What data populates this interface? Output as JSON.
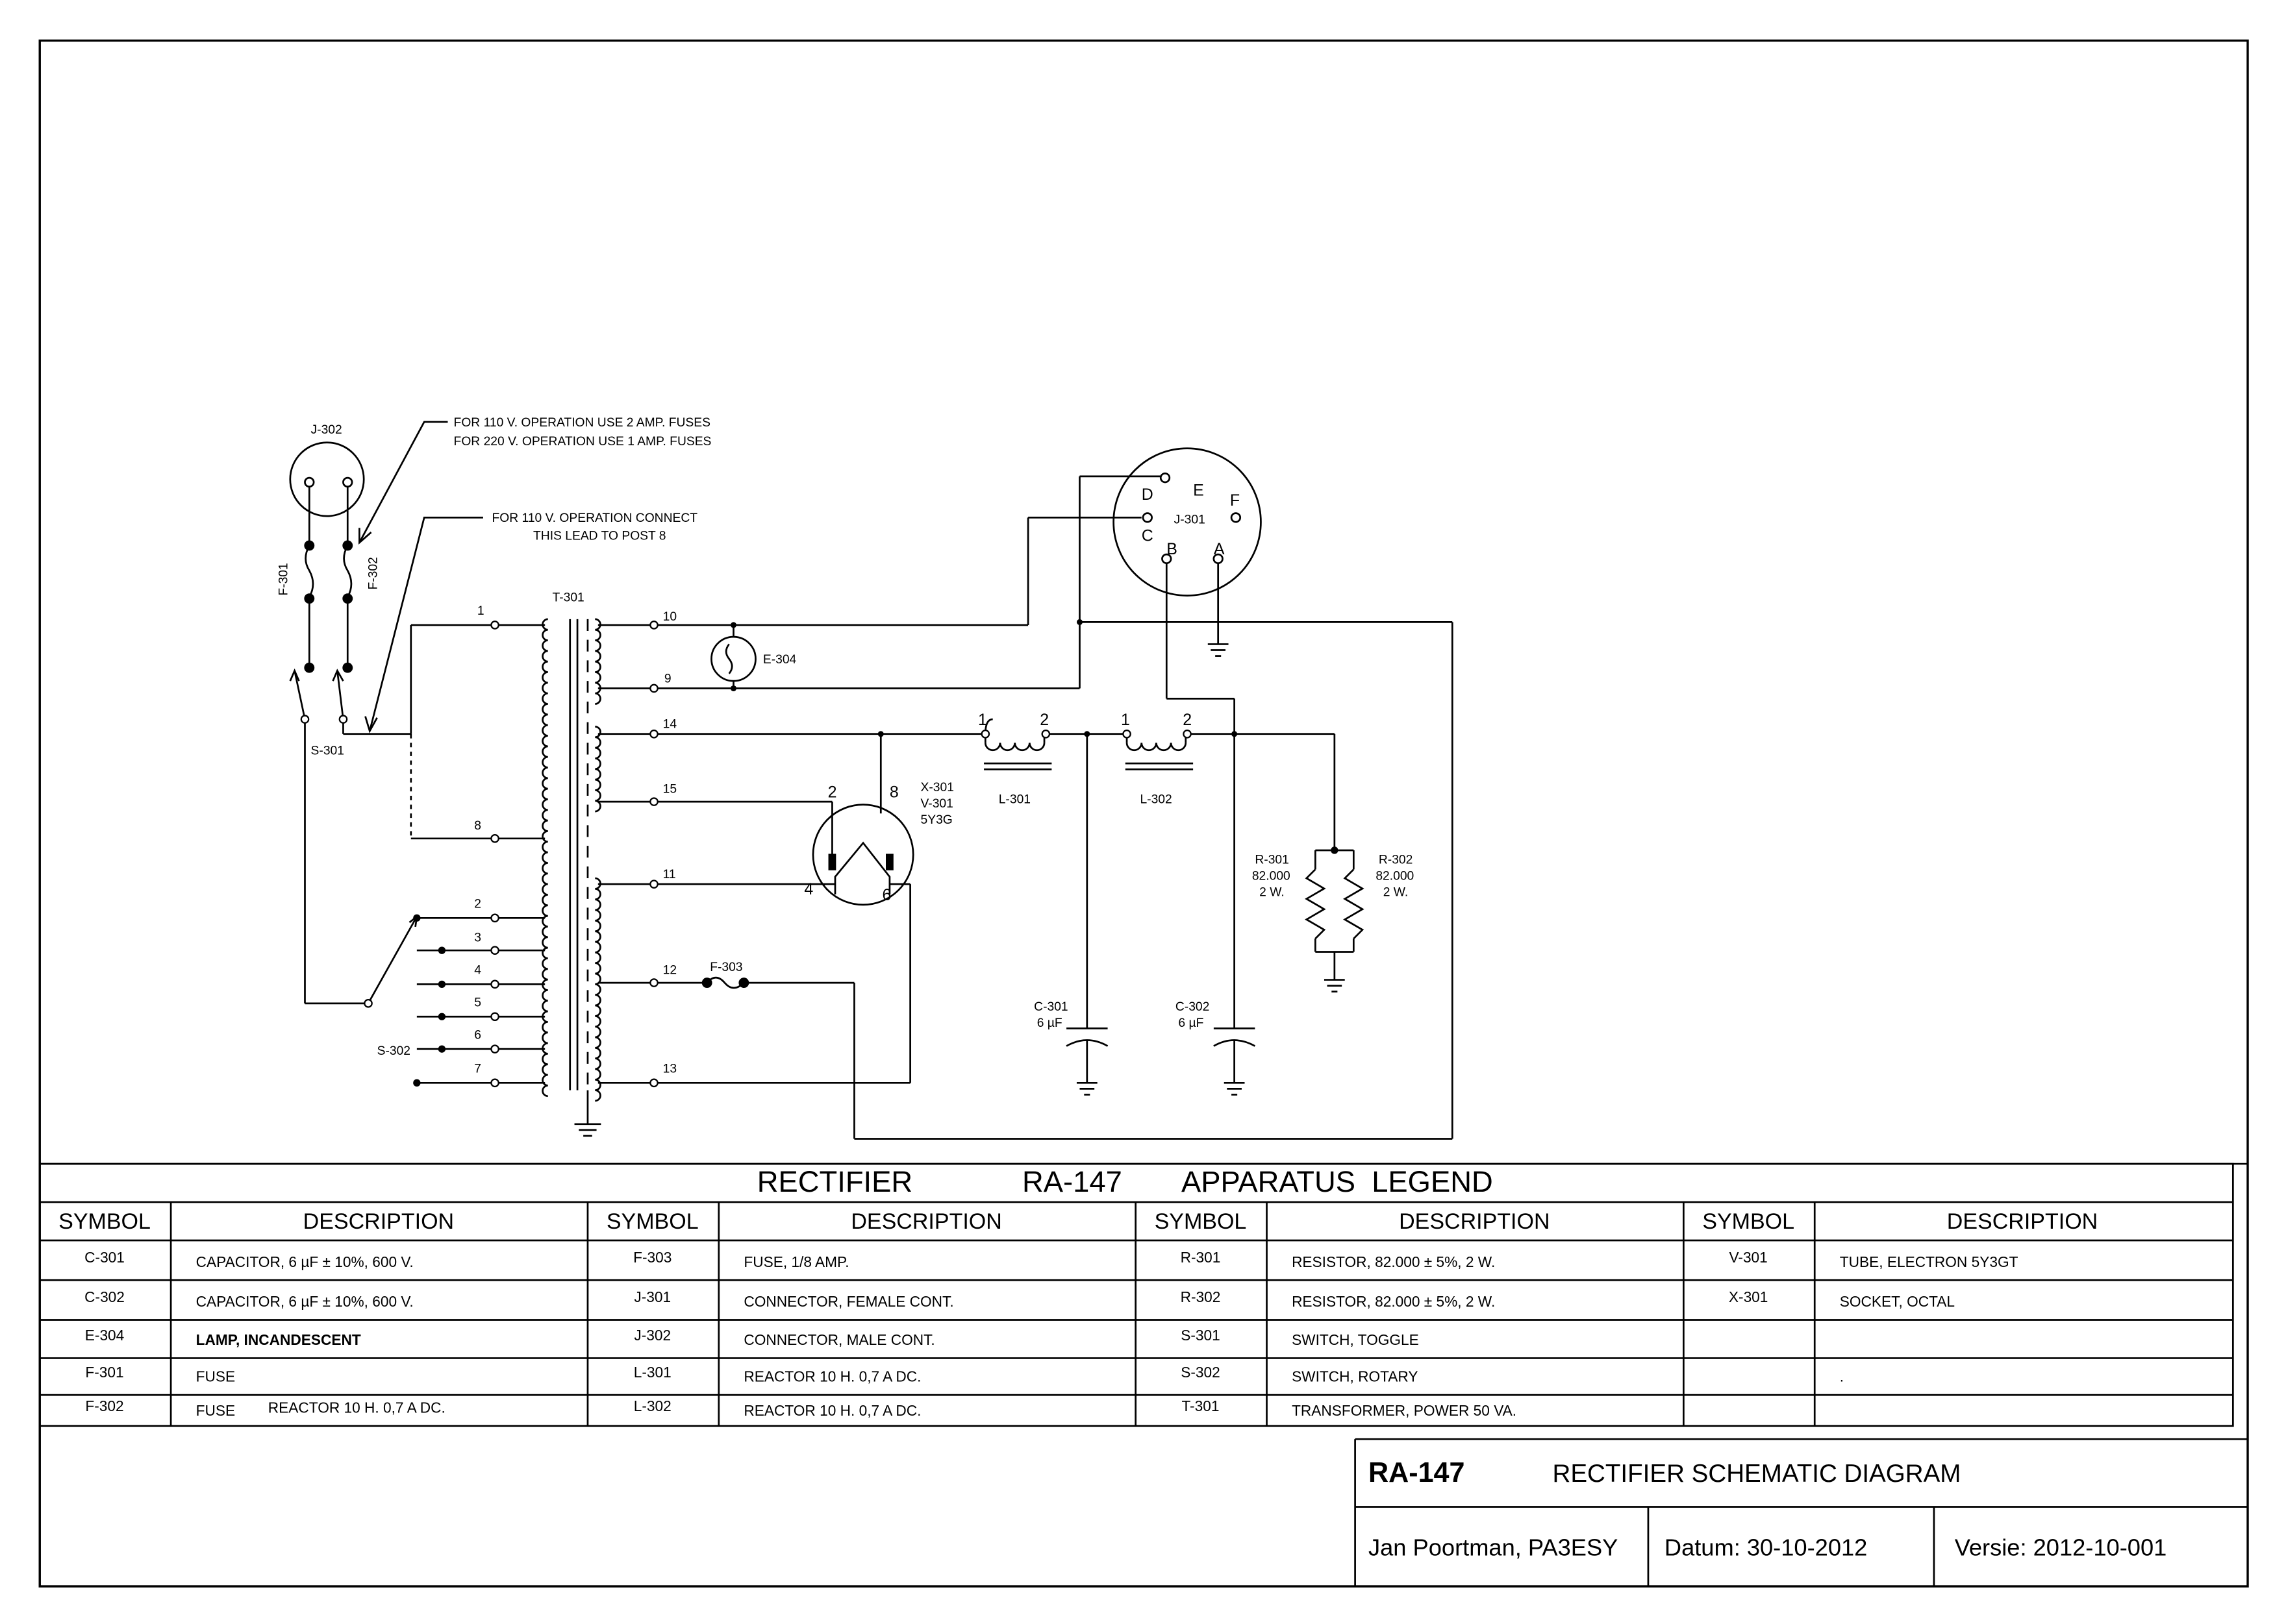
{
  "schematic": {
    "notes": {
      "fuse_note_1": "FOR 110 V. OPERATION USE 2 AMP. FUSES",
      "fuse_note_2": "FOR 220 V. OPERATION USE 1 AMP. FUSES",
      "connect_note_1": "FOR 110 V. OPERATION CONNECT",
      "connect_note_2": "THIS LEAD TO POST 8"
    },
    "components": {
      "j302": "J-302",
      "f301": "F-301",
      "f302": "F-302",
      "s301": "S-301",
      "s302": "S-302",
      "t301": "T-301",
      "e304": "E-304",
      "x301": "X-301",
      "v301": "V-301",
      "tube_type": "5Y3G",
      "l301": "L-301",
      "l302": "L-302",
      "c301": "C-301",
      "c301_val": "6 µF",
      "c302": "C-302",
      "c302_val": "6 µF",
      "r301": "R-301",
      "r302": "R-302",
      "r_val": "82.000",
      "r_watt": "2 W.",
      "f303": "F-303",
      "j301": "J-301"
    },
    "primary_posts": {
      "p1": "1",
      "p8": "8",
      "p2": "2",
      "p3": "3",
      "p4": "4",
      "p5": "5",
      "p6": "6",
      "p7": "7"
    },
    "secondary_posts": {
      "p10": "10",
      "p9": "9",
      "p14": "14",
      "p15": "15",
      "p11": "11",
      "p12": "12",
      "p13": "13"
    },
    "tube_pins": {
      "p2": "2",
      "p8": "8",
      "p4": "4",
      "p6": "6"
    },
    "reactor_pins": {
      "l1_1": "1",
      "l1_2": "2",
      "l2_1": "1",
      "l2_2": "2"
    },
    "connector_pins": {
      "a": "A",
      "b": "B",
      "c": "C",
      "d": "D",
      "e": "E",
      "f": "F"
    }
  },
  "legend": {
    "title_left": "RECTIFIER",
    "title_mid": "RA-147",
    "title_right": "APPARATUS  LEGEND",
    "col_symbol": "SYMBOL",
    "col_description": "DESCRIPTION",
    "groups": [
      {
        "rows": [
          {
            "symbol": "C-301",
            "description": "CAPACITOR, 6 µF ± 10%, 600 V."
          },
          {
            "symbol": "C-302",
            "description": "CAPACITOR, 6 µF ± 10%, 600 V."
          },
          {
            "symbol": "E-304",
            "description": "LAMP, INCANDESCENT"
          },
          {
            "symbol": "F-301",
            "description": "FUSE"
          },
          {
            "symbol": "F-302",
            "description": "FUSE",
            "extra": "REACTOR      10 H. 0,7 A  DC."
          }
        ]
      },
      {
        "rows": [
          {
            "symbol": "F-303",
            "description": "FUSE, 1/8 AMP."
          },
          {
            "symbol": "J-301",
            "description": "CONNECTOR, FEMALE CONT."
          },
          {
            "symbol": "J-302",
            "description": "CONNECTOR, MALE CONT."
          },
          {
            "symbol": "L-301",
            "description": "REACTOR      10 H. 0,7 A  DC."
          },
          {
            "symbol": "L-302",
            "description": "REACTOR      10 H. 0,7 A  DC."
          }
        ]
      },
      {
        "rows": [
          {
            "symbol": "R-301",
            "description": "RESISTOR, 82.000  ± 5%, 2 W."
          },
          {
            "symbol": "R-302",
            "description": "RESISTOR, 82.000  ± 5%, 2 W."
          },
          {
            "symbol": "S-301",
            "description": "SWITCH, TOGGLE"
          },
          {
            "symbol": "S-302",
            "description": "SWITCH, ROTARY"
          },
          {
            "symbol": "T-301",
            "description": "TRANSFORMER, POWER  50 VA."
          }
        ]
      },
      {
        "rows": [
          {
            "symbol": "V-301",
            "description": "TUBE, ELECTRON     5Y3GT"
          },
          {
            "symbol": "X-301",
            "description": "SOCKET, OCTAL"
          },
          {
            "symbol": "",
            "description": ""
          },
          {
            "symbol": "",
            "description": "."
          },
          {
            "symbol": "",
            "description": ""
          }
        ]
      }
    ]
  },
  "title_block": {
    "code": "RA-147",
    "title": "RECTIFIER SCHEMATIC DIAGRAM",
    "author": "Jan Poortman, PA3ESY",
    "date": "Datum: 30-10-2012",
    "version": "Versie: 2012-10-001"
  }
}
